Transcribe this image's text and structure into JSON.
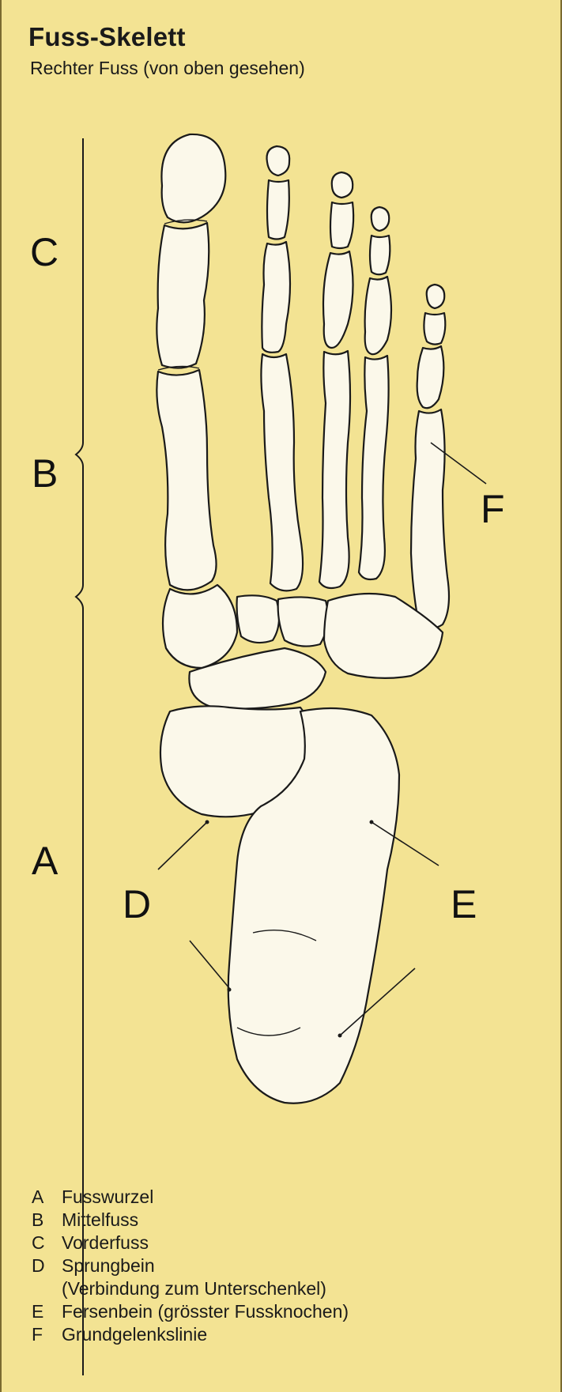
{
  "title": "Fuss-Skelett",
  "subtitle": "Rechter Fuss (von oben gesehen)",
  "labels": {
    "A": "A",
    "B": "B",
    "C": "C",
    "D": "D",
    "E": "E",
    "F": "F"
  },
  "legend": [
    {
      "key": "A",
      "text": "Fusswurzel"
    },
    {
      "key": "B",
      "text": "Mittelfuss"
    },
    {
      "key": "C",
      "text": "Vorderfuss"
    },
    {
      "key": "D",
      "text": "Sprungbein",
      "continuation": "(Verbindung zum Unterschenkel)"
    },
    {
      "key": "E",
      "text": "Fersenbein (grösster Fussknochen)"
    },
    {
      "key": "F",
      "text": "Grundgelenkslinie"
    }
  ],
  "colors": {
    "background": "#f3e393",
    "bone_fill": "#fbf8ea",
    "ink": "#1a1a1a"
  }
}
